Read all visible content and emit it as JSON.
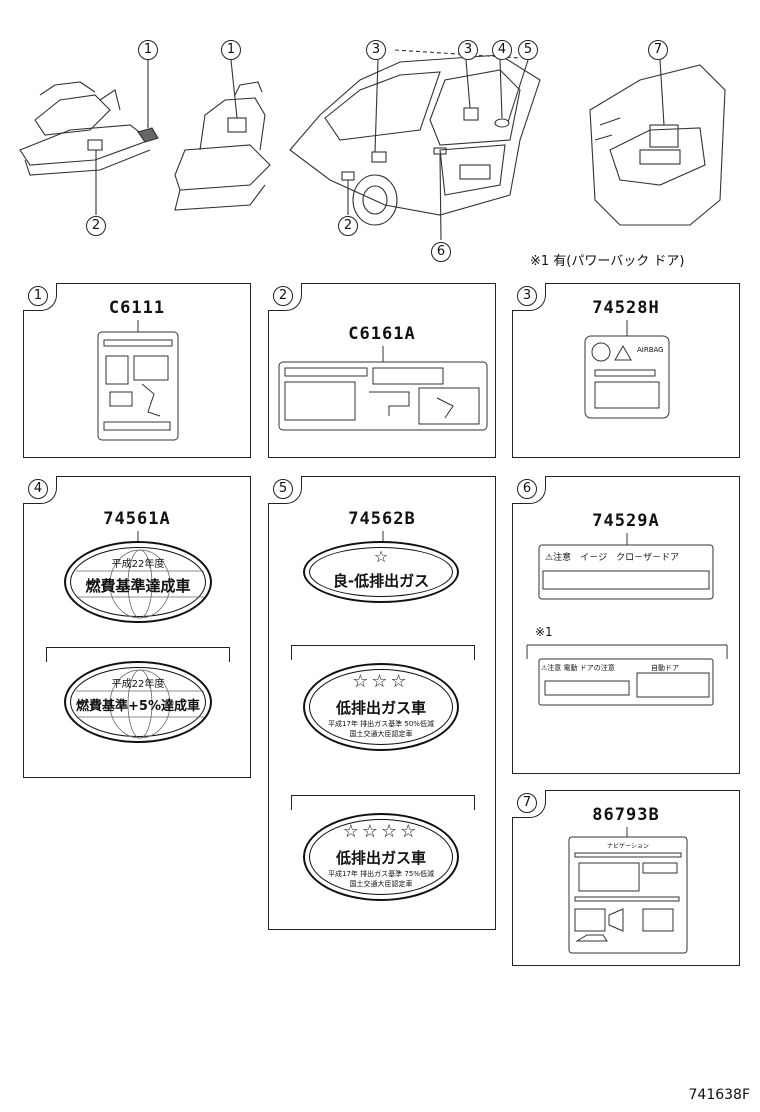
{
  "callouts": {
    "seat1": "1",
    "seat2": "1",
    "door_lower": "2",
    "rear_left": "3",
    "rear_mid": "3",
    "rear_4": "4",
    "rear_5": "5",
    "rear_2": "2",
    "rear_6": "6",
    "dash_7": "7"
  },
  "note_power_back_door": "※1 有(パワーバック ドア)",
  "panels": [
    {
      "num": "1",
      "part": "C6111"
    },
    {
      "num": "2",
      "part": "C6161A"
    },
    {
      "num": "3",
      "part": "74528H"
    },
    {
      "num": "4",
      "part": "74561A",
      "oval_top": {
        "year": "平成22年度",
        "main": "燃費基準達成車"
      },
      "oval_bottom": {
        "year": "平成22年度",
        "main": "燃費基準+5%達成車"
      }
    },
    {
      "num": "5",
      "part": "74562B",
      "oval1": {
        "main": "良-低排出ガス"
      },
      "oval2": {
        "main": "低排出ガス車",
        "sub1": "平成17年 排出ガス基準 50%低減",
        "sub2": "国土交通大臣認定車"
      },
      "oval3": {
        "main": "低排出ガス車",
        "sub1": "平成17年 排出ガス基準 75%低減",
        "sub2": "国土交通大臣認定車"
      }
    },
    {
      "num": "6",
      "part": "74529A",
      "label_text": "⚠注意　イ－ジ　クロ－ザ－ドア",
      "note": "※1",
      "sub_left": "⚠注意 電動 ドアの注意",
      "sub_right": "自動ドア"
    },
    {
      "num": "7",
      "part": "86793B",
      "label_text": "ナビゲーション"
    }
  ],
  "label3_badge": "AIRBAG",
  "footer_code": "741638F"
}
